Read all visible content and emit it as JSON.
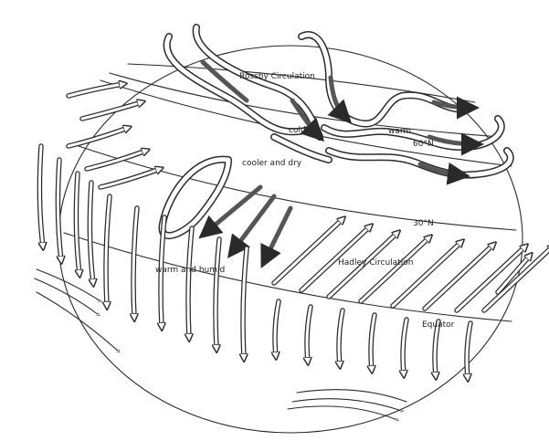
{
  "diagram": {
    "labels": {
      "rossby": "Rossby Circulation",
      "cold": "cold",
      "warm": "warm",
      "lat60": "60°N",
      "cooler_dry": "cooler and dry",
      "lat30": "30°N",
      "hadley": "Hadley Circulation",
      "warm_humid": "warm and humid",
      "equator": "Equator"
    },
    "colors": {
      "ink": "#2a2a2a",
      "background": "#ffffff",
      "dark_flow": "#555555"
    }
  }
}
